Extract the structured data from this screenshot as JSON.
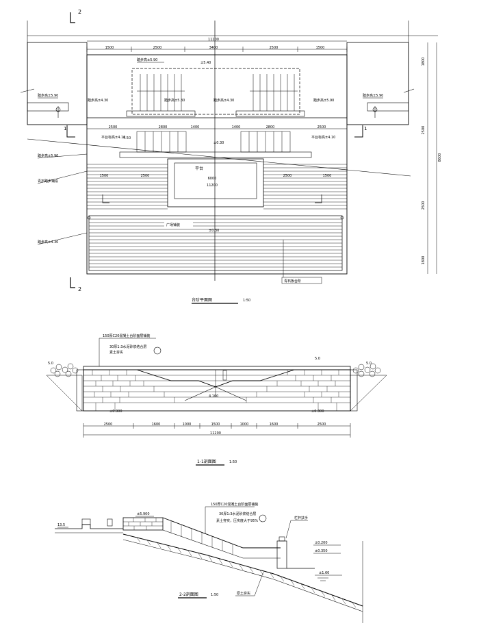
{
  "plan": {
    "title": "台阶平面图",
    "scale": "1:50",
    "section_mark": "2",
    "side_mark": "1",
    "top_total": "11200",
    "top_dims": [
      "1500",
      "2500",
      "3400",
      "2500",
      "1500"
    ],
    "mid_dims": [
      "2500",
      "2800",
      "1400",
      "1400",
      "2800",
      "2500"
    ],
    "lower_total": "6000",
    "lower_dims": [
      "1500",
      "2500",
      "2500",
      "1500"
    ],
    "center_label": "平台",
    "center_elev": "±0.30",
    "top_elev": "±5.40",
    "stair_elev": "4.50",
    "landing_elev": "±0.30",
    "right_dims": [
      "1800",
      "2500",
      "2500",
      "1800"
    ],
    "right_total": "8600",
    "notes": {
      "n1": "踏步高±5.90",
      "n2": "踏步高±4.30",
      "n3": "踏步高±5.30",
      "n4": "踏步高±4.30",
      "n5": "踏步高±5.90",
      "n6": "踏步高±5.90",
      "n7": "平台标高±4.10",
      "n8": "平台标高±4.10",
      "n9": "踏步高±5.90",
      "n10": "青石板台阶",
      "n11": "青石踏步铺设",
      "n12": "广场铺装",
      "n13": "踏步高±5.90",
      "n14": "踏步高±4.30"
    }
  },
  "section1": {
    "title": "1-1剖面图",
    "scale": "1:50",
    "note_top": "150厚C20混凝土台阶面层铺装",
    "note_2": "30厚1:3水泥砂浆结合层",
    "note_3": "素土夯实",
    "elev_left": "5.0",
    "elev_right": "5.0",
    "elev_mid": "4.100",
    "elev_bl": "±0.300",
    "elev_br": "±0.300",
    "dims": [
      "2500",
      "1600",
      "1000",
      "1500",
      "1000",
      "1600",
      "2500"
    ],
    "total": "11200"
  },
  "section2": {
    "title": "2-2剖面图",
    "scale": "1:50",
    "elev_left": "13.5",
    "elev_top": "±5.900",
    "note_a": "150厚C20混凝土台阶面层铺装",
    "note_b": "30厚1:3水泥砂浆结合层",
    "note_c": "素土夯实，压实度大于95%",
    "rail_note": "栏杆扶手",
    "elev_r1": "±0.200",
    "elev_r2": "±0.350",
    "elev_r3": "±1.60",
    "ground_note": "原土夯实"
  }
}
